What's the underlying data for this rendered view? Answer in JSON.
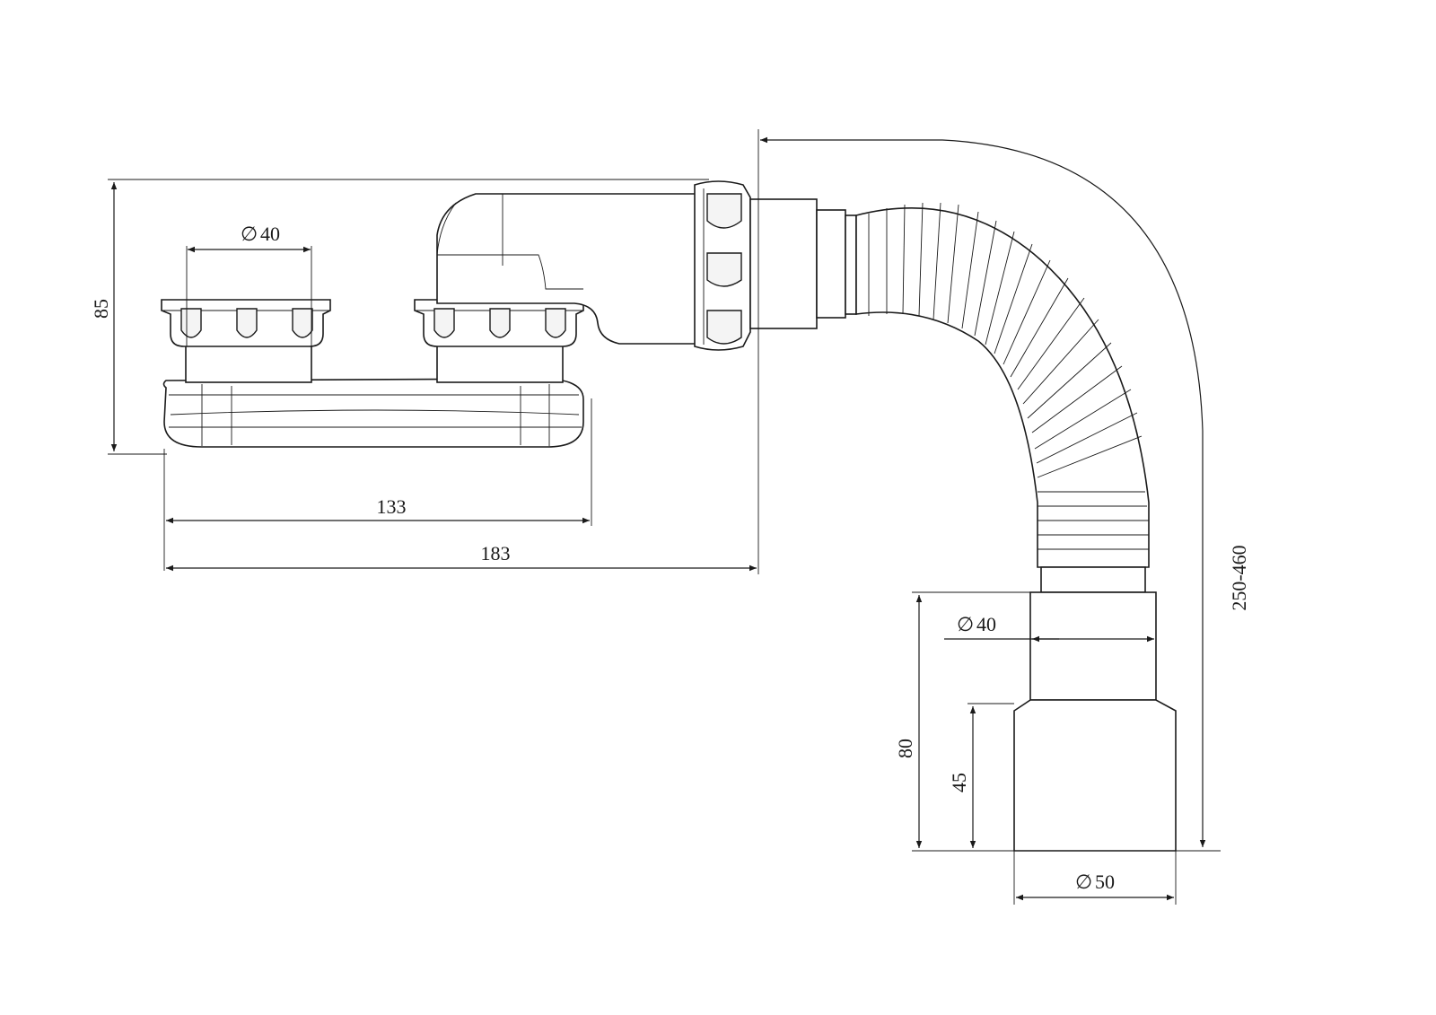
{
  "dimensions": {
    "height_left": "85",
    "dia_inlet_top": "40",
    "width_inner": "133",
    "width_total": "183",
    "flex_length": "250-460",
    "dia_outlet_upper": "40",
    "height_outlet_total": "80",
    "height_outlet_socket": "45",
    "dia_outlet_lower": "50"
  },
  "symbols": {
    "diameter": "∅"
  }
}
